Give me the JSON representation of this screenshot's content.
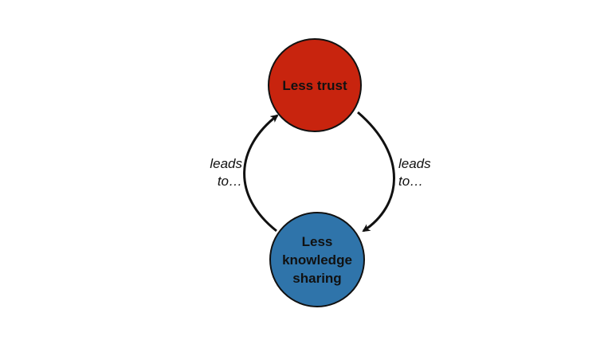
{
  "diagram": {
    "nodes": [
      {
        "id": "top",
        "label": "Less trust",
        "color": "#c8240e"
      },
      {
        "id": "bottom",
        "label": "Less\nknowledge\nsharing",
        "color": "#2f74aa"
      }
    ],
    "edges": [
      {
        "from": "top",
        "to": "bottom",
        "label": "leads\nto…"
      },
      {
        "from": "bottom",
        "to": "top",
        "label": "leads\nto…"
      }
    ]
  }
}
